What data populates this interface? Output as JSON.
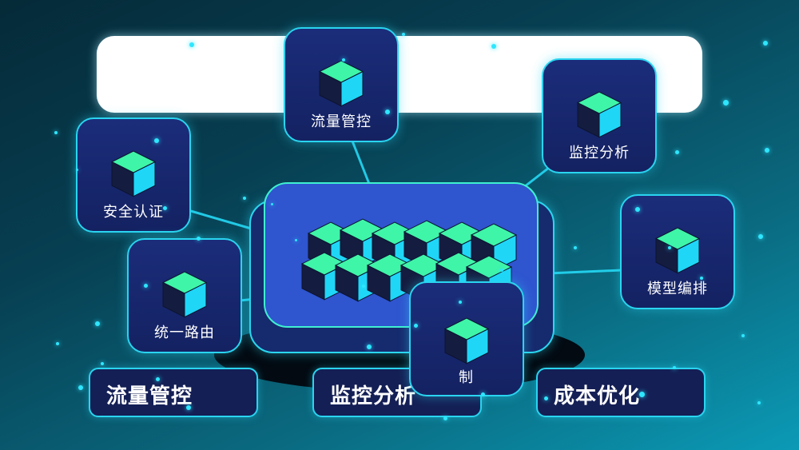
{
  "colors": {
    "cube_top": "#3ff5a8",
    "cube_left": "#141c40",
    "cube_right": "#1fd6f7",
    "accent": "#2ad4f0"
  },
  "nodes": [
    {
      "id": "traffic",
      "label": "流量管控",
      "icon": "cube-icon"
    },
    {
      "id": "monitor",
      "label": "监控分析",
      "icon": "cube-icon"
    },
    {
      "id": "security",
      "label": "安全认证",
      "icon": "cube-icon"
    },
    {
      "id": "model",
      "label": "模型编排",
      "icon": "cube-icon"
    },
    {
      "id": "routing",
      "label": "统一路由",
      "icon": "cube-icon"
    },
    {
      "id": "partial",
      "label": "制",
      "icon": "cube-icon"
    }
  ],
  "features": [
    {
      "label": "流量管控"
    },
    {
      "label": "监控分析"
    },
    {
      "label": "成本优化"
    }
  ],
  "hub": {
    "icon": "cube-cluster-icon"
  }
}
